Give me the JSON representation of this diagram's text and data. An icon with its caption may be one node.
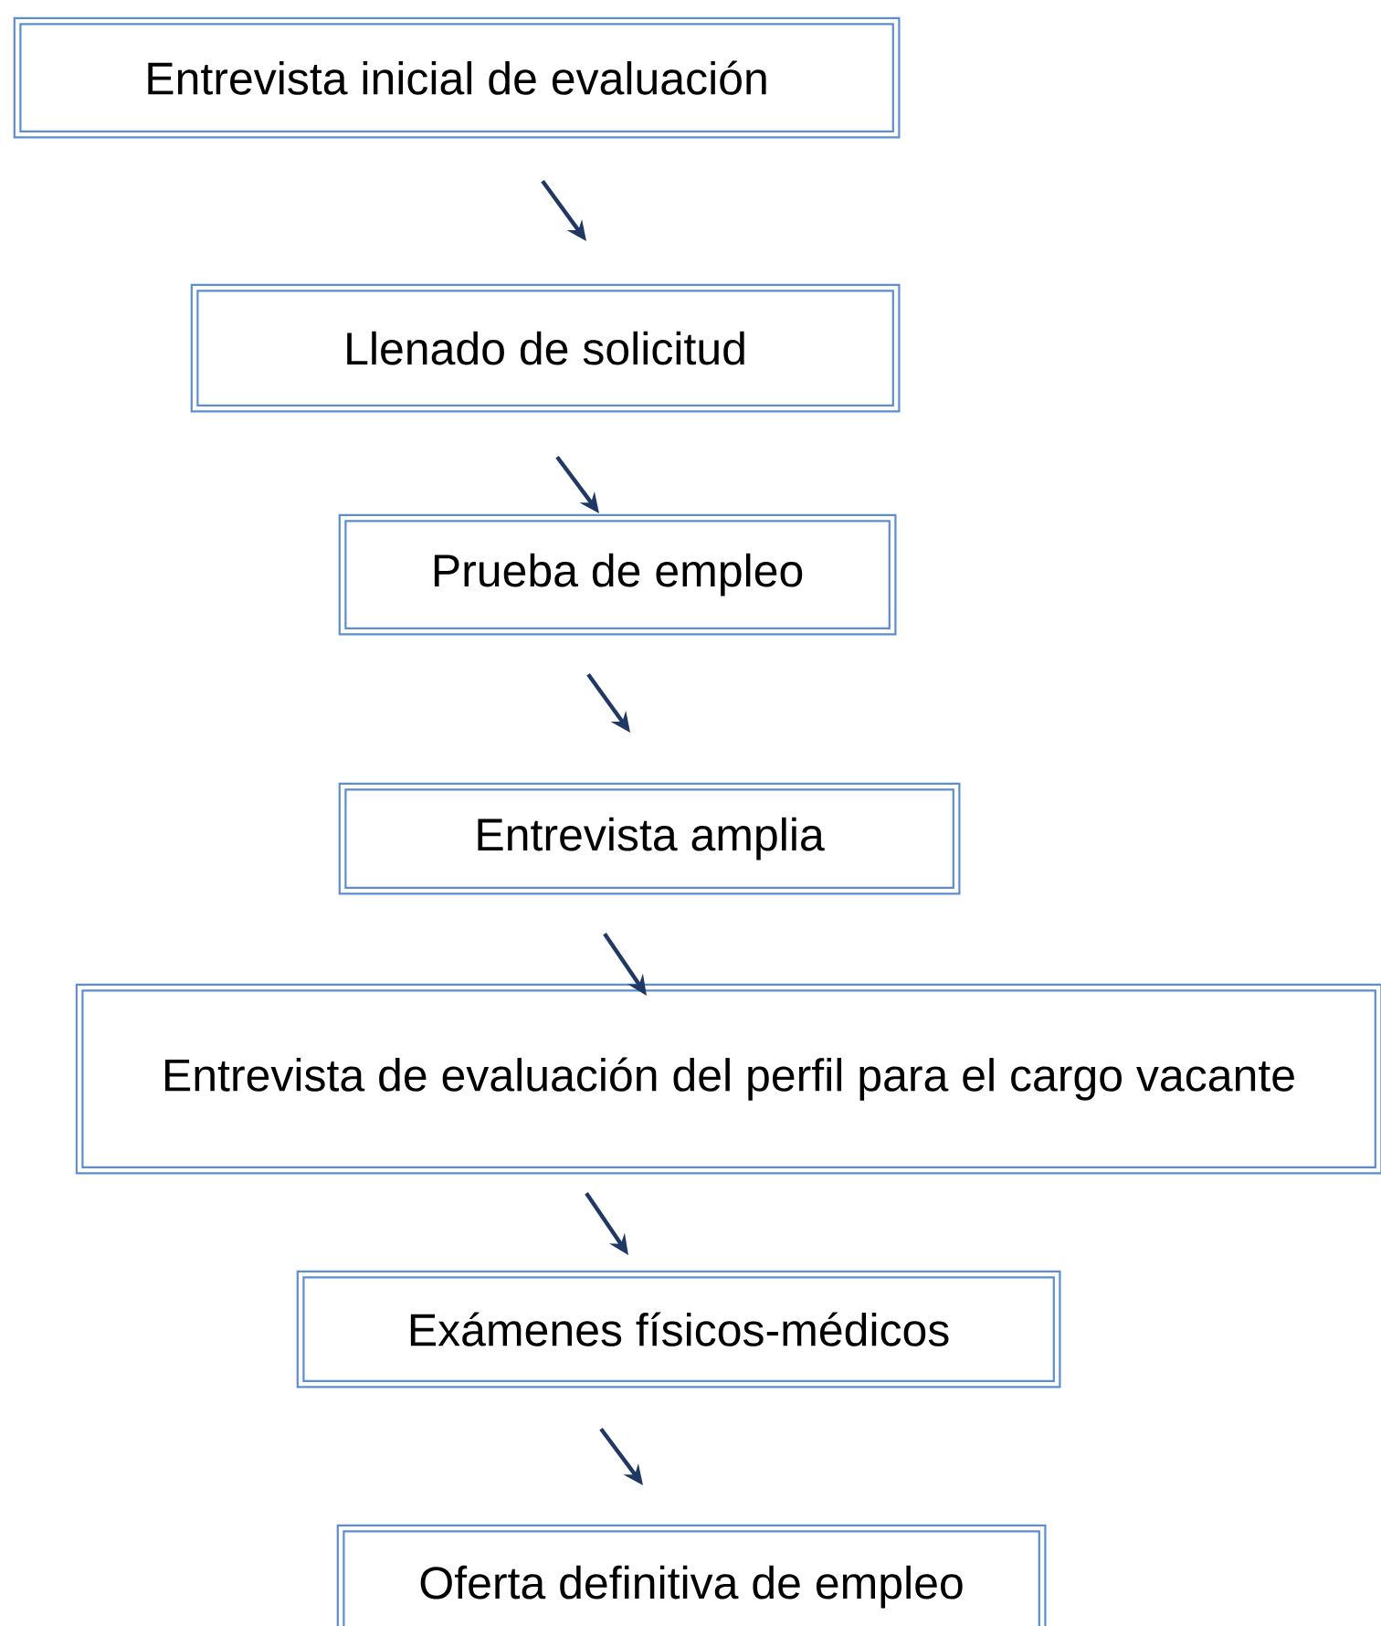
{
  "diagram": {
    "nodes": [
      {
        "text": [
          "Entrevista inicial de evaluación"
        ]
      },
      {
        "text": [
          "Llenado de solicitud"
        ]
      },
      {
        "text": [
          "Prueba de empleo"
        ]
      },
      {
        "text": [
          "Entrevista amplia"
        ]
      },
      {
        "text": [
          "Entrevista de evaluación del perfil para el cargo vacante"
        ]
      },
      {
        "text": [
          "Exámenes físicos-médicos"
        ]
      },
      {
        "text": [
          "Oferta definitiva de empleo"
        ]
      }
    ],
    "edges": [
      {
        "from": 0,
        "to": 1,
        "arrow": "to"
      },
      {
        "from": 1,
        "to": 2,
        "arrow": "to"
      },
      {
        "from": 2,
        "to": 3,
        "arrow": "to"
      },
      {
        "from": 3,
        "to": 4,
        "arrow": "to"
      },
      {
        "from": 4,
        "to": 5,
        "arrow": "to"
      },
      {
        "from": 5,
        "to": 6,
        "arrow": "to"
      }
    ]
  }
}
